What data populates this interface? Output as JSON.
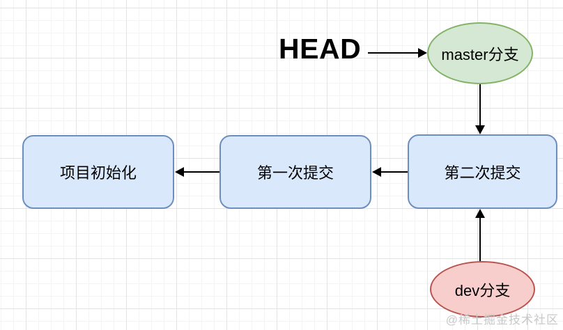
{
  "diagram": {
    "head_label": "HEAD",
    "nodes": {
      "master_branch": {
        "label": "master分支",
        "shape": "ellipse"
      },
      "dev_branch": {
        "label": "dev分支",
        "shape": "ellipse"
      },
      "commit_init": {
        "label": "项目初始化",
        "shape": "rounded-rect"
      },
      "commit_first": {
        "label": "第一次提交",
        "shape": "rounded-rect"
      },
      "commit_second": {
        "label": "第二次提交",
        "shape": "rounded-rect"
      }
    },
    "edges": [
      {
        "from": "HEAD",
        "to": "master_branch",
        "direction": "right"
      },
      {
        "from": "master_branch",
        "to": "commit_second",
        "direction": "down"
      },
      {
        "from": "commit_second",
        "to": "commit_first",
        "direction": "left"
      },
      {
        "from": "commit_first",
        "to": "commit_init",
        "direction": "left"
      },
      {
        "from": "dev_branch",
        "to": "commit_second",
        "direction": "up"
      }
    ],
    "watermark": "@稀土掘金技术社区"
  },
  "colors": {
    "commit_box_fill": "#dae8fc",
    "commit_box_border": "#6c8ebf",
    "master_fill": "#d5e8d4",
    "master_border": "#82b366",
    "dev_fill": "#f8cecc",
    "dev_border": "#b85450",
    "arrow": "#000000",
    "grid_major": "#e3e3e3",
    "grid_minor": "#f4f4f4",
    "watermark": "#c9c9c9"
  }
}
